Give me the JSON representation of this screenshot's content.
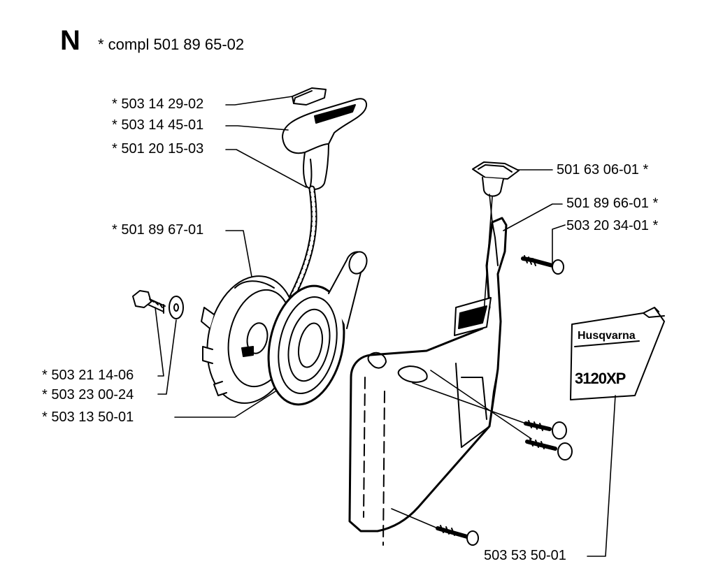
{
  "header": {
    "section_letter": "N",
    "assembly_label": "* compl 501 89 65-02"
  },
  "parts": {
    "handle_insert": "* 503 14 29-02",
    "handle": "* 503 14 45-01",
    "rope": "* 501 20 15-03",
    "pulley": "* 501 89 67-01",
    "screw": "* 503 21 14-06",
    "washer": "* 503 23 00-24",
    "spring": "* 503 13 50-01",
    "grommet": "501 63 06-01 *",
    "cover": "501 89 66-01 *",
    "cover_screw": "503 20 34-01 *",
    "decal": "503 53 50-01"
  },
  "decal_text": {
    "brand": "Husqvarna",
    "model": "3120XP"
  }
}
